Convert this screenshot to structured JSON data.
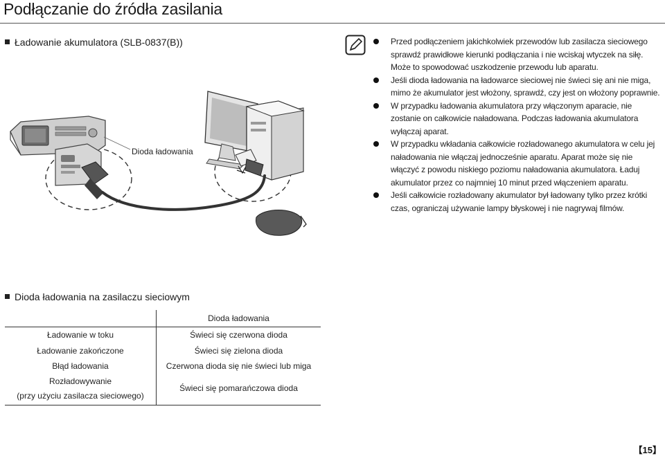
{
  "page": {
    "title": "Podłączanie do źródła zasilania",
    "page_number": "【15】"
  },
  "charging_section": {
    "heading": "Ładowanie akumulatora (SLB-0837(B))",
    "led_caption": "Dioda ładowania"
  },
  "notes": [
    "Przed podłączeniem jakichkolwiek przewodów lub zasilacza sieciowego sprawdź prawidłowe kierunki podłączania i nie wciskaj wtyczek na siłę. Może to spowodować uszkodzenie przewodu lub aparatu.",
    "Jeśli dioda ładowania na ładowarce sieciowej nie świeci się ani nie miga, mimo że akumulator jest włożony, sprawdź, czy jest on włożony poprawnie.",
    "W przypadku ładowania akumulatora przy włączonym aparacie, nie zostanie on całkowicie naładowana. Podczas ładowania akumulatora wyłączaj aparat.",
    "W przypadku wkładania całkowicie rozładowanego akumulatora w celu jej naładowania nie włączaj jednocześnie aparatu. Aparat może się nie włączyć z powodu niskiego poziomu naładowania akumulatora. Ładuj akumulator przez co najmniej 10 minut przed włączeniem aparatu.",
    "Jeśli całkowicie rozładowany akumulator był ładowany tylko przez krótki czas, ograniczaj używanie lampy błyskowej i nie nagrywaj filmów."
  ],
  "led_section": {
    "heading": "Dioda ładowania na zasilaczu sieciowym",
    "table": {
      "header": [
        "",
        "Dioda ładowania"
      ],
      "rows": [
        {
          "state": "Ładowanie w toku",
          "led": "Świeci się czerwona dioda"
        },
        {
          "state": "Ładowanie zakończone",
          "led": "Świeci się zielona dioda"
        },
        {
          "state": "Błąd ładowania",
          "led": "Czerwona dioda się nie świeci lub miga"
        },
        {
          "state_line1": "Rozładowywanie",
          "state_line2": "(przy użyciu zasilacza sieciowego)",
          "led": "Świeci się pomarańczowa dioda"
        }
      ]
    }
  }
}
